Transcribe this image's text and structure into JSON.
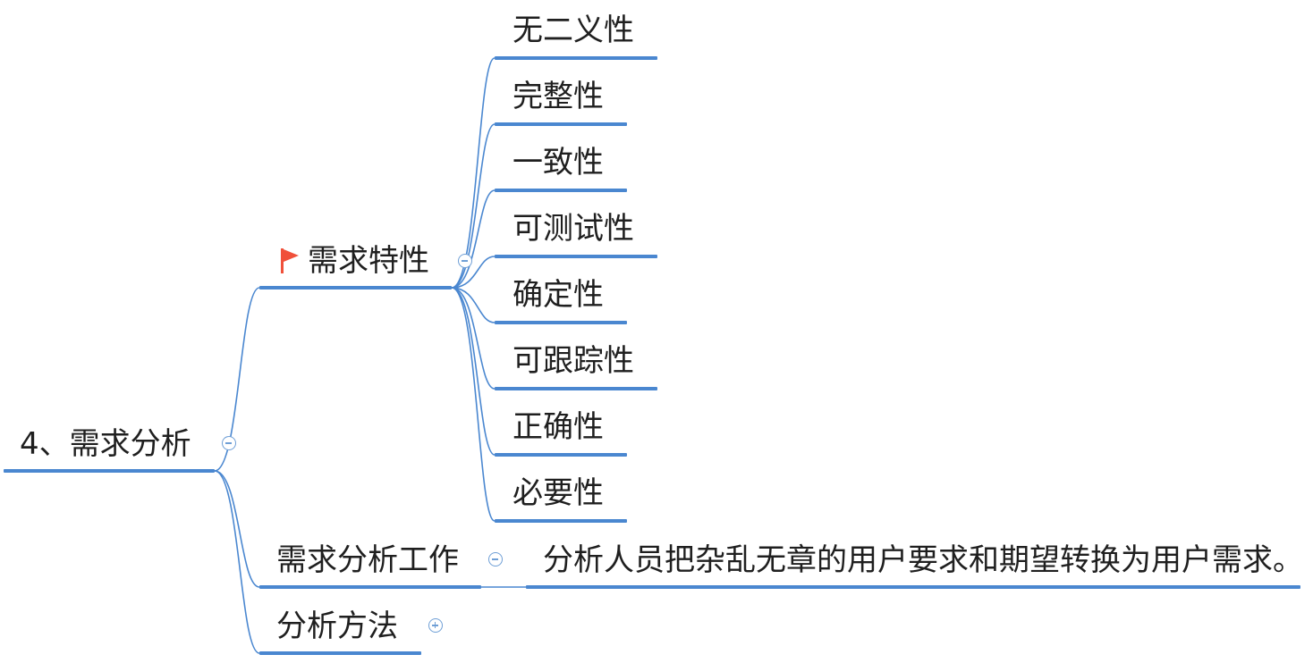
{
  "colors": {
    "line": "#4a87d0",
    "toggle": "#6f9fd6",
    "flag": "#f0503a",
    "text": "#1f1f1f"
  },
  "root": {
    "label": "4、需求分析",
    "toggle": "collapse"
  },
  "branches": [
    {
      "label": "需求特性",
      "marker": "flag-icon",
      "toggle": "collapse",
      "children": [
        "无二义性",
        "完整性",
        "一致性",
        "可测试性",
        "确定性",
        "可跟踪性",
        "正确性",
        "必要性"
      ]
    },
    {
      "label": "需求分析工作",
      "toggle": "collapse",
      "children": [
        "分析人员把杂乱无章的用户要求和期望转换为用户需求。"
      ]
    },
    {
      "label": "分析方法",
      "toggle": "expand",
      "children": []
    }
  ]
}
